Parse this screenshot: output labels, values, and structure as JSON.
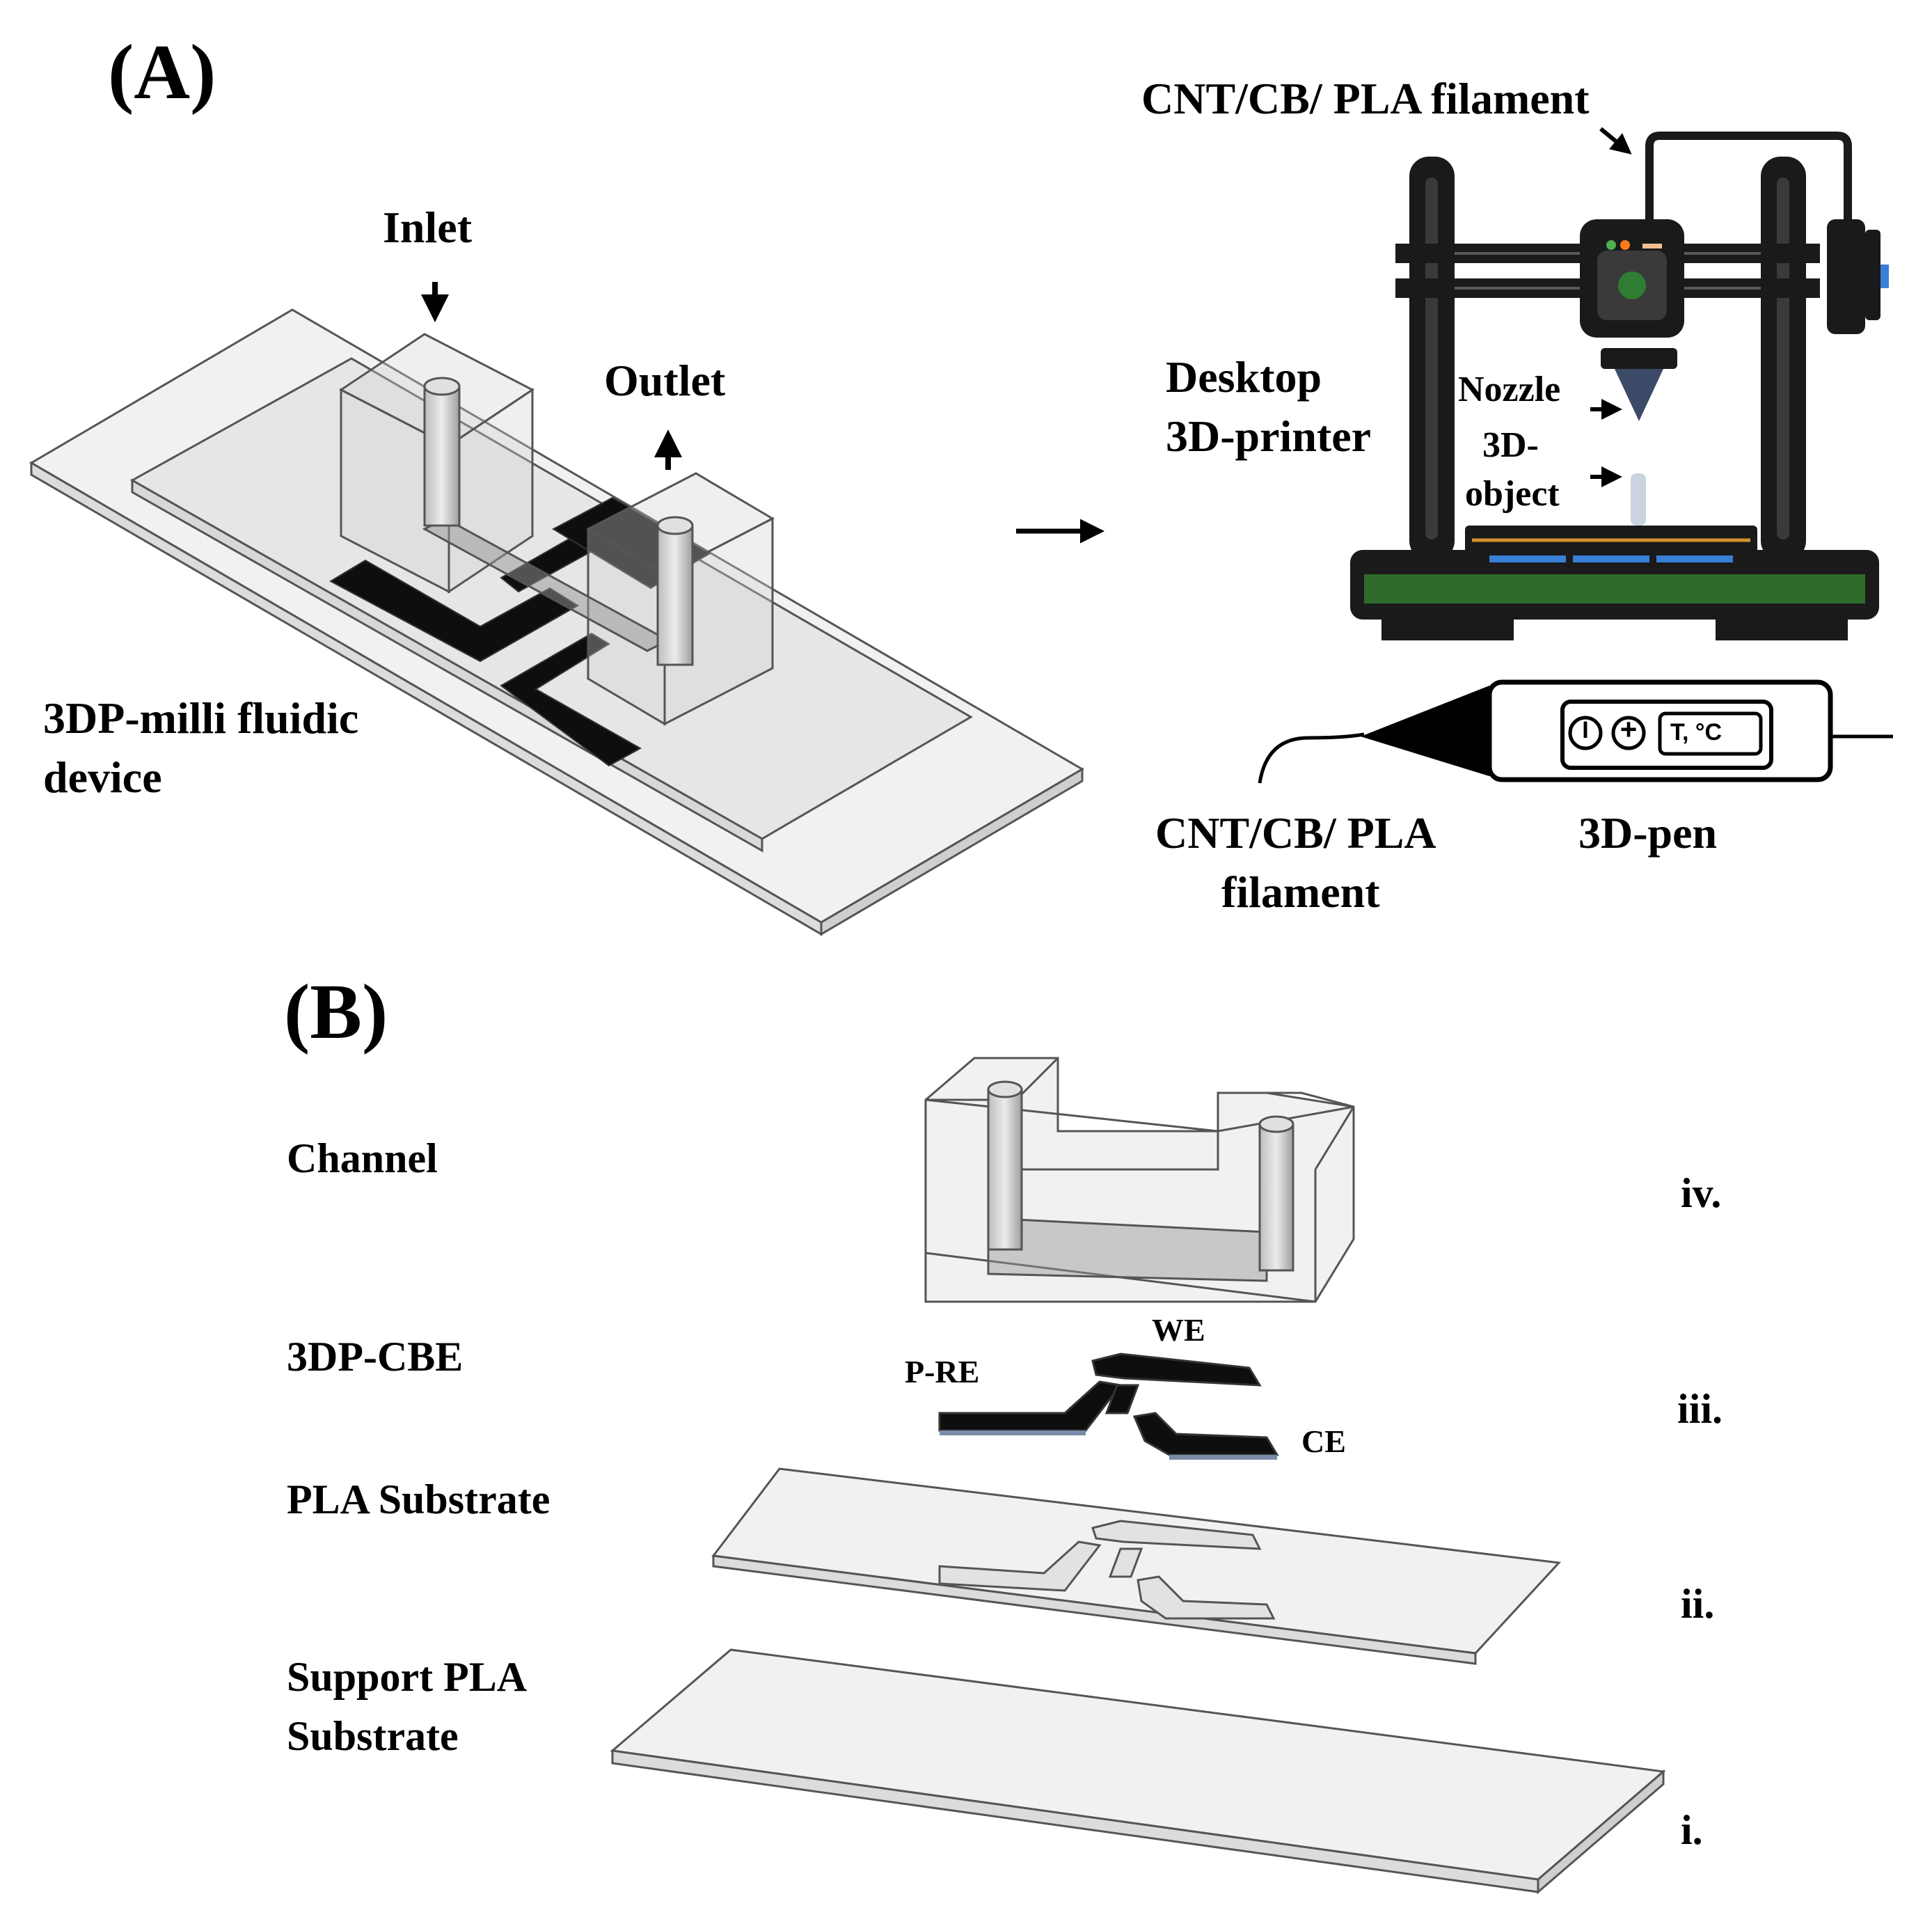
{
  "panel_a": {
    "label": "(A)",
    "inlet": "Inlet",
    "outlet": "Outlet",
    "device_line1": "3DP-milli fluidic",
    "device_line2": "device",
    "filament_top": "CNT/CB/ PLA filament",
    "printer_line1": "Desktop",
    "printer_line2": "3D-printer",
    "nozzle": "Nozzle",
    "object_line1": "3D-",
    "object_line2": "object",
    "pen_filament_line1": "CNT/CB/ PLA",
    "pen_filament_line2": "filament",
    "pen_label": "3D-pen",
    "pen_button_minus": "I",
    "pen_button_plus": "+",
    "pen_display": "T, °C"
  },
  "panel_b": {
    "label": "(B)",
    "layers": [
      {
        "name": "Channel",
        "numeral": "iv."
      },
      {
        "name": "3DP-CBE",
        "numeral": "iii."
      },
      {
        "name": "PLA Substrate",
        "numeral": "ii."
      },
      {
        "name_line1": "Support PLA",
        "name_line2": "Substrate",
        "numeral": "i."
      }
    ],
    "electrodes": {
      "we": "WE",
      "pre": "P-RE",
      "ce": "CE"
    }
  },
  "colors": {
    "frame": "#1a1a1a",
    "bed": "#2f6b2a",
    "plate_stripe": "#d4902c",
    "plate_blue": "#3a7fd6",
    "nozzle": "#3b4a66",
    "led_green": "#4caf50",
    "led_orange": "#ff7a1a",
    "substrate_fill": "#e9e9e9",
    "edge": "#555555",
    "electrode": "#111111"
  }
}
